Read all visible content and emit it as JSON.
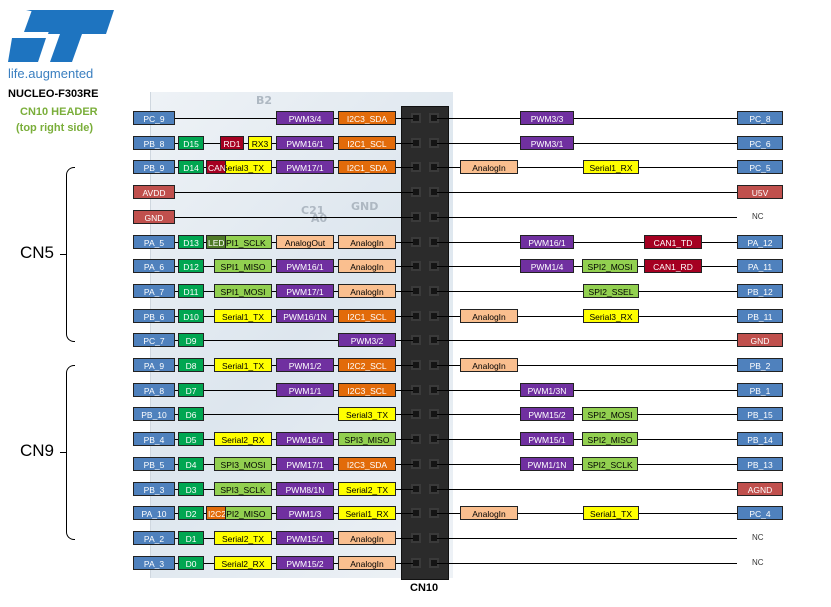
{
  "branding": {
    "tagline": "life.augmented",
    "title": "NUCLEO-F303RE",
    "subtitle": "CN10 HEADER",
    "subtitle2": "(top right side)"
  },
  "header_name": "CN10",
  "groups": [
    {
      "name": "CN5",
      "from": 2,
      "to": 9
    },
    {
      "name": "CN9",
      "from": 10,
      "to": 17
    }
  ],
  "colors": {
    "port": "#4f81bd",
    "arduino": "#00a651",
    "power": "#c0504d",
    "purple": "#7030a0",
    "orange": "#e26b0a",
    "yellow": "#ffff00",
    "lightgreen": "#92d050",
    "peach": "#fabf8f",
    "maroon": "#a50021",
    "darkgreen": "#4f7a28"
  },
  "rows": [
    {
      "left": [
        {
          "t": "PC_9",
          "c": "port"
        },
        {
          "t": "PWM3/4",
          "c": "purple"
        },
        {
          "t": "I2C3_SDA",
          "c": "orange"
        }
      ],
      "right": [
        {
          "t": "PWM3/3",
          "c": "purple"
        },
        {
          "t": "PC_8",
          "c": "port"
        }
      ]
    },
    {
      "left": [
        {
          "t": "PB_8",
          "c": "port"
        },
        {
          "t": "D15",
          "c": "arduino"
        },
        {
          "t": "RD1",
          "c": "maroon"
        },
        {
          "t": "RX3",
          "c": "yellow"
        },
        {
          "t": "PWM16/1",
          "c": "purple"
        },
        {
          "t": "I2C1_SCL",
          "c": "orange"
        }
      ],
      "right": [
        {
          "t": "PWM3/1",
          "c": "purple"
        },
        {
          "t": "PC_6",
          "c": "port"
        }
      ]
    },
    {
      "left": [
        {
          "t": "PB_9",
          "c": "port"
        },
        {
          "t": "D14",
          "c": "arduino"
        },
        {
          "t": "CAN1_TD",
          "c": "maroon"
        },
        {
          "t": "Serial3_TX",
          "c": "yellow"
        },
        {
          "t": "PWM17/1",
          "c": "purple"
        },
        {
          "t": "I2C1_SDA",
          "c": "orange"
        }
      ],
      "right": [
        {
          "t": "AnalogIn",
          "c": "peach"
        },
        {
          "t": "Serial1_RX",
          "c": "yellow"
        },
        {
          "t": "PC_5",
          "c": "port"
        }
      ]
    },
    {
      "left": [
        {
          "t": "AVDD",
          "c": "power"
        }
      ],
      "right": [
        {
          "t": "U5V",
          "c": "power"
        }
      ]
    },
    {
      "left": [
        {
          "t": "GND",
          "c": "power"
        }
      ],
      "right": [
        {
          "t": "NC",
          "c": "nc"
        }
      ]
    },
    {
      "left": [
        {
          "t": "PA_5",
          "c": "port"
        },
        {
          "t": "D13",
          "c": "arduino"
        },
        {
          "t": "LED1",
          "c": "darkgreen"
        },
        {
          "t": "SPI1_SCLK",
          "c": "lightgreen"
        },
        {
          "t": "AnalogOut",
          "c": "peach"
        },
        {
          "t": "AnalogIn",
          "c": "peach"
        }
      ],
      "right": [
        {
          "t": "PWM16/1",
          "c": "purple"
        },
        {
          "t": "CAN1_TD",
          "c": "maroon"
        },
        {
          "t": "PA_12",
          "c": "port"
        }
      ]
    },
    {
      "left": [
        {
          "t": "PA_6",
          "c": "port"
        },
        {
          "t": "D12",
          "c": "arduino"
        },
        {
          "t": "SPI1_MISO",
          "c": "lightgreen"
        },
        {
          "t": "PWM16/1",
          "c": "purple"
        },
        {
          "t": "AnalogIn",
          "c": "peach"
        }
      ],
      "right": [
        {
          "t": "PWM1/4",
          "c": "purple"
        },
        {
          "t": "SPI2_MOSI",
          "c": "lightgreen"
        },
        {
          "t": "CAN1_RD",
          "c": "maroon"
        },
        {
          "t": "PA_11",
          "c": "port"
        }
      ]
    },
    {
      "left": [
        {
          "t": "PA_7",
          "c": "port"
        },
        {
          "t": "D11",
          "c": "arduino"
        },
        {
          "t": "SPI1_MOSI",
          "c": "lightgreen"
        },
        {
          "t": "PWM17/1",
          "c": "purple"
        },
        {
          "t": "AnalogIn",
          "c": "peach"
        }
      ],
      "right": [
        {
          "t": "SPI2_SSEL",
          "c": "lightgreen"
        },
        {
          "t": "PB_12",
          "c": "port"
        }
      ]
    },
    {
      "left": [
        {
          "t": "PB_6",
          "c": "port"
        },
        {
          "t": "D10",
          "c": "arduino"
        },
        {
          "t": "Serial1_TX",
          "c": "yellow"
        },
        {
          "t": "PWM16/1N",
          "c": "purple"
        },
        {
          "t": "I2C1_SCL",
          "c": "orange"
        }
      ],
      "right": [
        {
          "t": "AnalogIn",
          "c": "peach"
        },
        {
          "t": "Serial3_RX",
          "c": "yellow"
        },
        {
          "t": "PB_11",
          "c": "port"
        }
      ]
    },
    {
      "left": [
        {
          "t": "PC_7",
          "c": "port"
        },
        {
          "t": "D9",
          "c": "arduino"
        },
        {
          "t": "PWM3/2",
          "c": "purple"
        }
      ],
      "right": [
        {
          "t": "GND",
          "c": "power"
        }
      ]
    },
    {
      "left": [
        {
          "t": "PA_9",
          "c": "port"
        },
        {
          "t": "D8",
          "c": "arduino"
        },
        {
          "t": "Serial1_TX",
          "c": "yellow"
        },
        {
          "t": "PWM1/2",
          "c": "purple"
        },
        {
          "t": "I2C2_SCL",
          "c": "orange"
        }
      ],
      "right": [
        {
          "t": "AnalogIn",
          "c": "peach"
        },
        {
          "t": "PB_2",
          "c": "port"
        }
      ]
    },
    {
      "left": [
        {
          "t": "PA_8",
          "c": "port"
        },
        {
          "t": "D7",
          "c": "arduino"
        },
        {
          "t": "PWM1/1",
          "c": "purple"
        },
        {
          "t": "I2C3_SCL",
          "c": "orange"
        }
      ],
      "right": [
        {
          "t": "PWM1/3N",
          "c": "purple"
        },
        {
          "t": "PB_1",
          "c": "port"
        }
      ]
    },
    {
      "left": [
        {
          "t": "PB_10",
          "c": "port"
        },
        {
          "t": "D6",
          "c": "arduino"
        },
        {
          "t": "Serial3_TX",
          "c": "yellow"
        }
      ],
      "right": [
        {
          "t": "PWM15/2",
          "c": "purple"
        },
        {
          "t": "SPI2_MOSI",
          "c": "lightgreen"
        },
        {
          "t": "PB_15",
          "c": "port"
        }
      ]
    },
    {
      "left": [
        {
          "t": "PB_4",
          "c": "port"
        },
        {
          "t": "D5",
          "c": "arduino"
        },
        {
          "t": "Serial2_RX",
          "c": "yellow"
        },
        {
          "t": "PWM16/1",
          "c": "purple"
        },
        {
          "t": "SPI3_MISO",
          "c": "lightgreen"
        }
      ],
      "right": [
        {
          "t": "PWM15/1",
          "c": "purple"
        },
        {
          "t": "SPI2_MISO",
          "c": "lightgreen"
        },
        {
          "t": "PB_14",
          "c": "port"
        }
      ]
    },
    {
      "left": [
        {
          "t": "PB_5",
          "c": "port"
        },
        {
          "t": "D4",
          "c": "arduino"
        },
        {
          "t": "SPI3_MOSI",
          "c": "lightgreen"
        },
        {
          "t": "PWM17/1",
          "c": "purple"
        },
        {
          "t": "I2C3_SDA",
          "c": "orange"
        }
      ],
      "right": [
        {
          "t": "PWM1/1N",
          "c": "purple"
        },
        {
          "t": "SPI2_SCLK",
          "c": "lightgreen"
        },
        {
          "t": "PB_13",
          "c": "port"
        }
      ]
    },
    {
      "left": [
        {
          "t": "PB_3",
          "c": "port"
        },
        {
          "t": "D3",
          "c": "arduino"
        },
        {
          "t": "SPI3_SCLK",
          "c": "lightgreen"
        },
        {
          "t": "PWM8/1N",
          "c": "purple"
        },
        {
          "t": "Serial2_TX",
          "c": "yellow"
        }
      ],
      "right": [
        {
          "t": "AGND",
          "c": "power"
        }
      ]
    },
    {
      "left": [
        {
          "t": "PA_10",
          "c": "port"
        },
        {
          "t": "D2",
          "c": "arduino"
        },
        {
          "t": "I2C2_SDA",
          "c": "orange"
        },
        {
          "t": "SPI2_MISO",
          "c": "lightgreen"
        },
        {
          "t": "PWM1/3",
          "c": "purple"
        },
        {
          "t": "Serial1_RX",
          "c": "yellow"
        }
      ],
      "right": [
        {
          "t": "AnalogIn",
          "c": "peach"
        },
        {
          "t": "Serial1_TX",
          "c": "yellow"
        },
        {
          "t": "PC_4",
          "c": "port"
        }
      ]
    },
    {
      "left": [
        {
          "t": "PA_2",
          "c": "port"
        },
        {
          "t": "D1",
          "c": "arduino"
        },
        {
          "t": "Serial2_TX",
          "c": "yellow"
        },
        {
          "t": "PWM15/1",
          "c": "purple"
        },
        {
          "t": "AnalogIn",
          "c": "peach"
        }
      ],
      "right": [
        {
          "t": "NC",
          "c": "nc"
        }
      ]
    },
    {
      "left": [
        {
          "t": "PA_3",
          "c": "port"
        },
        {
          "t": "D0",
          "c": "arduino"
        },
        {
          "t": "Serial2_RX",
          "c": "yellow"
        },
        {
          "t": "PWM15/2",
          "c": "purple"
        },
        {
          "t": "AnalogIn",
          "c": "peach"
        }
      ],
      "right": [
        {
          "t": "NC",
          "c": "nc"
        }
      ]
    }
  ]
}
